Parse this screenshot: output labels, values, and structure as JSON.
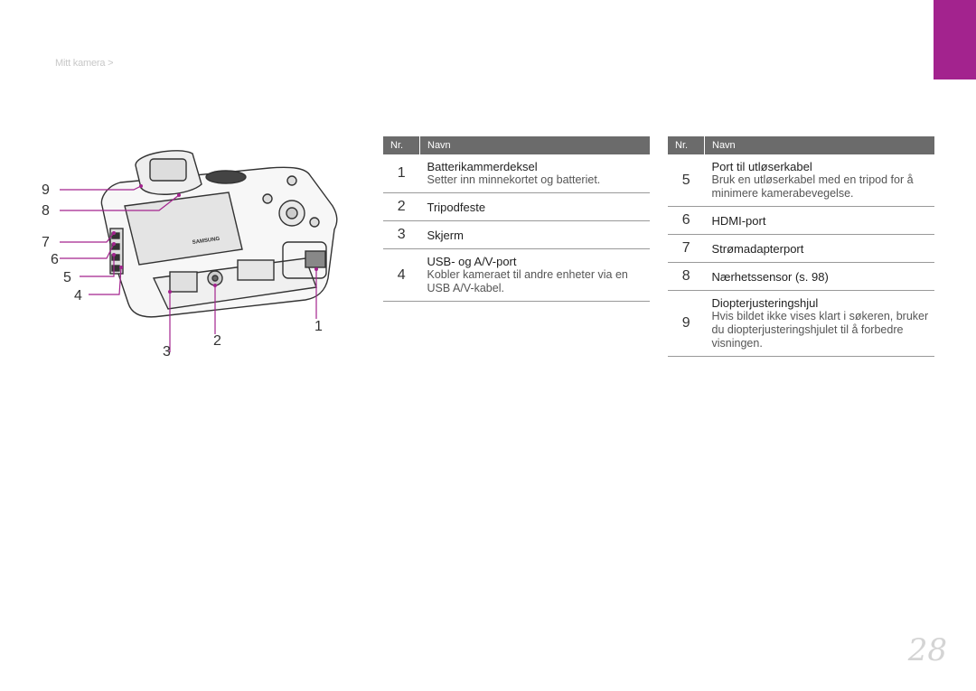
{
  "breadcrumb": "Mitt kamera >",
  "page_number": "28",
  "accent_color": "#a3238e",
  "header": {
    "nr": "Nr.",
    "navn": "Navn"
  },
  "callouts": [
    "9",
    "8",
    "7",
    "6",
    "5",
    "4",
    "3",
    "2",
    "1"
  ],
  "camera_brand": "SAMSUNG",
  "left_table": [
    {
      "nr": "1",
      "name": "Batterikammerdeksel",
      "desc": "Setter inn minnekortet og batteriet."
    },
    {
      "nr": "2",
      "name": "Tripodfeste",
      "desc": ""
    },
    {
      "nr": "3",
      "name": "Skjerm",
      "desc": ""
    },
    {
      "nr": "4",
      "name": "USB- og A/V-port",
      "desc": "Kobler kameraet til andre enheter via en USB A/V-kabel."
    }
  ],
  "right_table": [
    {
      "nr": "5",
      "name": "Port til utløserkabel",
      "desc": "Bruk en utløserkabel med en tripod for å minimere kamerabevegelse."
    },
    {
      "nr": "6",
      "name": "HDMI-port",
      "desc": ""
    },
    {
      "nr": "7",
      "name": "Strømadapterport",
      "desc": ""
    },
    {
      "nr": "8",
      "name": "Nærhetssensor (s. 98)",
      "desc": ""
    },
    {
      "nr": "9",
      "name": "Diopterjusteringshjul",
      "desc": "Hvis bildet ikke vises klart i søkeren, bruker du diopterjusteringshjulet til å forbedre visningen."
    }
  ]
}
